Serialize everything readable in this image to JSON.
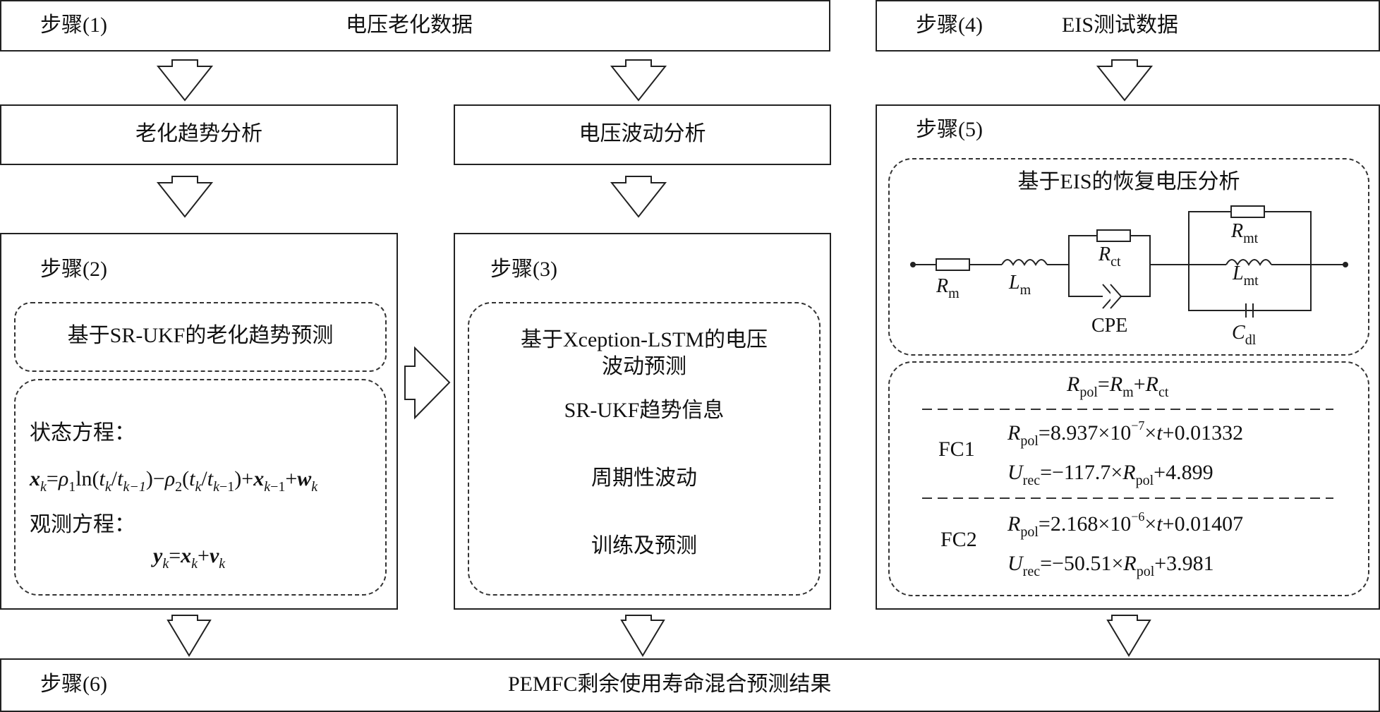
{
  "step1": {
    "step": "步骤(1)",
    "title": "电压老化数据"
  },
  "aging_trend_analysis": "老化趋势分析",
  "voltage_fluctuation_analysis": "电压波动分析",
  "step2": {
    "step": "步骤(2)",
    "method": "基于SR-UKF的老化趋势预测",
    "state_eq_label": "状态方程：",
    "state_eq": {
      "lhs": "x",
      "lhs_sub": "k",
      "p1": "ρ",
      "p1_sub": "1",
      "ln": "ln(",
      "t": "t",
      "k": "k",
      "km1": "k−1",
      "p2": "ρ",
      "p2_sub": "2",
      "plus_x": "x",
      "w": "w"
    },
    "obs_eq_label": "观测方程：",
    "obs_eq": {
      "y": "y",
      "x": "x",
      "v": "v",
      "sub": "k"
    }
  },
  "step3": {
    "step": "步骤(3)",
    "method_line1": "基于Xception-LSTM的电压",
    "method_line2": "波动预测",
    "flow": [
      "SR-UKF趋势信息",
      "周期性波动",
      "训练及预测"
    ]
  },
  "step4": {
    "step": "步骤(4)",
    "title": "EIS测试数据"
  },
  "step5": {
    "step": "步骤(5)",
    "method": "基于EIS的恢复电压分析",
    "circuit": {
      "Rm": {
        "sym": "R",
        "sub": "m"
      },
      "Lm": {
        "sym": "L",
        "sub": "m"
      },
      "Rct": {
        "sym": "R",
        "sub": "ct"
      },
      "CPE": "CPE",
      "Rmt": {
        "sym": "R",
        "sub": "mt"
      },
      "Lmt": {
        "sym": "L",
        "sub": "mt"
      },
      "Cdl": {
        "sym": "C",
        "sub": "dl"
      }
    },
    "rpol_def": {
      "R": "R",
      "pol": "pol",
      "m": "m",
      "ct": "ct"
    },
    "fc1": {
      "label": "FC1",
      "rpol_slope": "8.937",
      "rpol_exp": "−7",
      "rpol_intercept": "0.01332",
      "urec_slope": "−117.7",
      "urec_intercept": "4.899"
    },
    "fc2": {
      "label": "FC2",
      "rpol_slope": "2.168",
      "rpol_exp": "−6",
      "rpol_intercept": "0.01407",
      "urec_slope": "−50.51",
      "urec_intercept": "3.981"
    }
  },
  "step6": {
    "step": "步骤(6)",
    "title": "PEMFC剩余使用寿命混合预测结果"
  }
}
